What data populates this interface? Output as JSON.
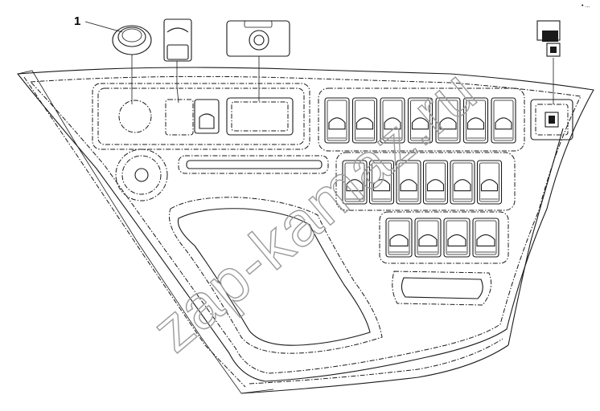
{
  "callouts": [
    {
      "label": "1"
    }
  ],
  "corner_mark": "• ...",
  "watermark": "zap-kamaz.ru",
  "switch_rows": [
    {
      "count": 7
    },
    {
      "count": 6
    },
    {
      "count": 4
    }
  ]
}
